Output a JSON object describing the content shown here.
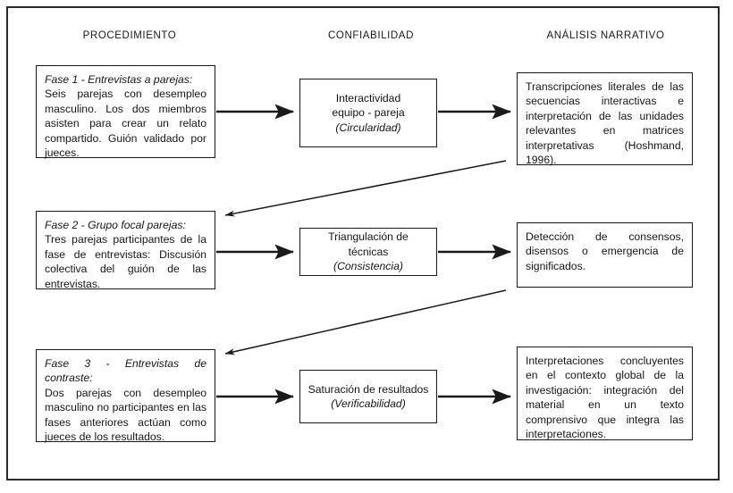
{
  "figure": {
    "type": "flowchart",
    "language": "es",
    "columns": [
      {
        "id": "procedimiento",
        "label": "PROCEDIMIENTO"
      },
      {
        "id": "confiabilidad",
        "label": "CONFIABILIDAD"
      },
      {
        "id": "analisis",
        "label": "ANÁLISIS NARRATIVO"
      }
    ],
    "rows": [
      {
        "id": "fase-1",
        "procedimiento": {
          "title": "Fase 1 - Entrevistas a parejas:",
          "body": "Seis parejas con desempleo masculino. Los dos miembros asisten para crear un relato compartido. Guión validado por jueces."
        },
        "confiabilidad": {
          "line1": "Interactividad",
          "line2": "equipo - pareja",
          "criterion": "(Circularidad)"
        },
        "analisis": {
          "body": "Transcripciones literales de las secuencias interactivas e interpretación de las unidades relevantes en matrices interpretativas (Hoshmand, 1996)."
        }
      },
      {
        "id": "fase-2",
        "procedimiento": {
          "title": "Fase 2 - Grupo focal parejas:",
          "body": "Tres parejas participantes de la fase de entrevistas: Discusión colectiva del guión de las entrevistas."
        },
        "confiabilidad": {
          "line1": "Triangulación de técnicas",
          "line2": "",
          "criterion": "(Consistencia)"
        },
        "analisis": {
          "body": "Detección de consensos, disensos o emergencia de significados."
        }
      },
      {
        "id": "fase-3",
        "procedimiento": {
          "title": "Fase 3 - Entrevistas de contraste:",
          "body": "Dos parejas con desempleo masculino no participantes en las fases anteriores actúan como jueces de los resultados."
        },
        "confiabilidad": {
          "line1": "Saturación de resultados",
          "line2": "",
          "criterion": "(Verificabilidad)"
        },
        "analisis": {
          "body": "Interpretaciones concluyentes en el contexto global de la investigación: integración del material en un texto comprensivo que integra las interpretaciones."
        }
      }
    ],
    "colors": {
      "frame": "#2b2b2b",
      "box_border": "#1a1a1a",
      "text": "#161616",
      "arrow": "#1a1a1a",
      "background": "#ffffff"
    }
  }
}
